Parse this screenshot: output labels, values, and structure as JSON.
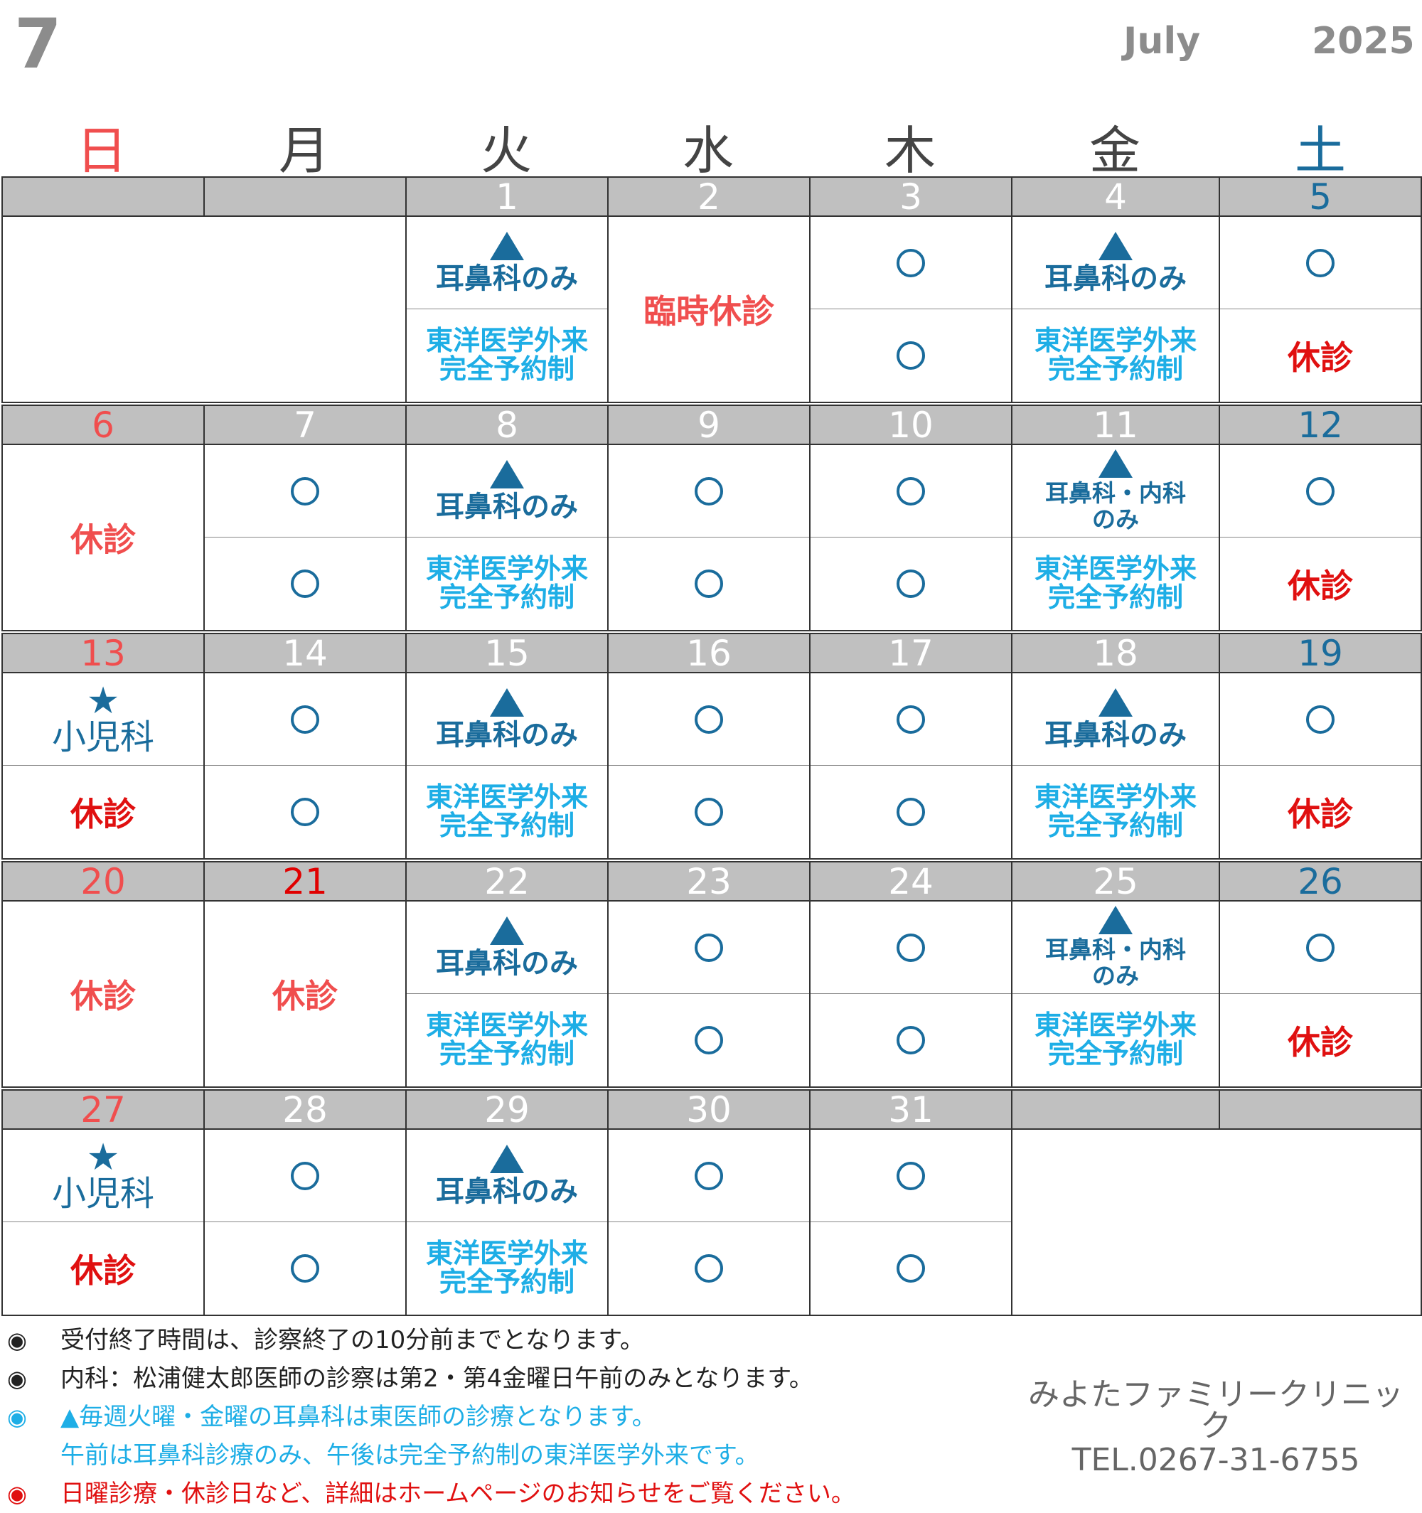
{
  "header": {
    "month_number": "7",
    "month_name": "July",
    "year": "2025"
  },
  "weekdays": [
    "日",
    "月",
    "火",
    "水",
    "木",
    "金",
    "土"
  ],
  "colors": {
    "accent_blue": "#1a6c9c",
    "light_blue": "#1eaee6",
    "red": "#e01010",
    "sunday_red": "#f04e4e",
    "header_gray": "#c0c0c0"
  },
  "labels": {
    "ent_only": "耳鼻科のみ",
    "ent_internal_1": "耳鼻科・内科",
    "ent_internal_2": "のみ",
    "eastern_1": "東洋医学外来",
    "eastern_2": "完全予約制",
    "closed": "休診",
    "temp_closed": "臨時休診",
    "pediatrics": "小児科",
    "icons": {
      "circle": "open-circle-icon",
      "triangle": "triangle-icon",
      "star": "star-icon"
    }
  },
  "weeks": [
    {
      "dates": [
        "",
        "",
        "1",
        "2",
        "3",
        "4",
        "5"
      ],
      "cells": [
        {
          "type": "blank-span",
          "span": 2
        },
        {
          "am": "ent",
          "pm": "eastern"
        },
        {
          "full": "temp_closed"
        },
        {
          "am": "circle",
          "pm": "circle"
        },
        {
          "am": "ent",
          "pm": "eastern"
        },
        {
          "am": "circle",
          "pm": "closed"
        }
      ]
    },
    {
      "dates": [
        "6",
        "7",
        "8",
        "9",
        "10",
        "11",
        "12"
      ],
      "cells": [
        {
          "full": "closed_sun"
        },
        {
          "am": "circle",
          "pm": "circle"
        },
        {
          "am": "ent",
          "pm": "eastern"
        },
        {
          "am": "circle",
          "pm": "circle"
        },
        {
          "am": "circle",
          "pm": "circle"
        },
        {
          "am": "ent_internal",
          "pm": "eastern"
        },
        {
          "am": "circle",
          "pm": "closed"
        }
      ]
    },
    {
      "dates": [
        "13",
        "14",
        "15",
        "16",
        "17",
        "18",
        "19"
      ],
      "cells": [
        {
          "am": "peds",
          "pm": "closed"
        },
        {
          "am": "circle",
          "pm": "circle"
        },
        {
          "am": "ent",
          "pm": "eastern"
        },
        {
          "am": "circle",
          "pm": "circle"
        },
        {
          "am": "circle",
          "pm": "circle"
        },
        {
          "am": "ent",
          "pm": "eastern"
        },
        {
          "am": "circle",
          "pm": "closed"
        }
      ]
    },
    {
      "dates": [
        "20",
        "21",
        "22",
        "23",
        "24",
        "25",
        "26"
      ],
      "holiday_index": 1,
      "cells": [
        {
          "full": "closed_sun"
        },
        {
          "full": "closed_sun"
        },
        {
          "am": "ent",
          "pm": "eastern"
        },
        {
          "am": "circle",
          "pm": "circle"
        },
        {
          "am": "circle",
          "pm": "circle"
        },
        {
          "am": "ent_internal",
          "pm": "eastern"
        },
        {
          "am": "circle",
          "pm": "closed"
        }
      ]
    },
    {
      "dates": [
        "27",
        "28",
        "29",
        "30",
        "31",
        "",
        ""
      ],
      "cells": [
        {
          "am": "peds",
          "pm": "closed"
        },
        {
          "am": "circle",
          "pm": "circle"
        },
        {
          "am": "ent",
          "pm": "eastern"
        },
        {
          "am": "circle",
          "pm": "circle"
        },
        {
          "am": "circle",
          "pm": "circle"
        },
        {
          "type": "blank-span",
          "span": 2
        }
      ]
    }
  ],
  "notes": [
    {
      "bullet": "◉",
      "text": "受付終了時間は、診察終了の10分前までとなります。",
      "style": "black"
    },
    {
      "bullet": "◉",
      "text": "内科：松浦健太郎医師の診察は第2・第4金曜日午前のみとなります。",
      "style": "black"
    },
    {
      "bullet": "◉",
      "text": "▲毎週火曜・金曜の耳鼻科は東医師の診療となります。",
      "style": "blue"
    },
    {
      "bullet": "",
      "text": "午前は耳鼻科診療のみ、午後は完全予約制の東洋医学外来です。",
      "style": "blue"
    },
    {
      "bullet": "◉",
      "text": "日曜診療・休診日など、詳細はホームページのお知らせをご覧ください。",
      "style": "red"
    }
  ],
  "clinic": {
    "name": "みよたファミリークリニック",
    "tel": "TEL.0267-31-6755"
  }
}
